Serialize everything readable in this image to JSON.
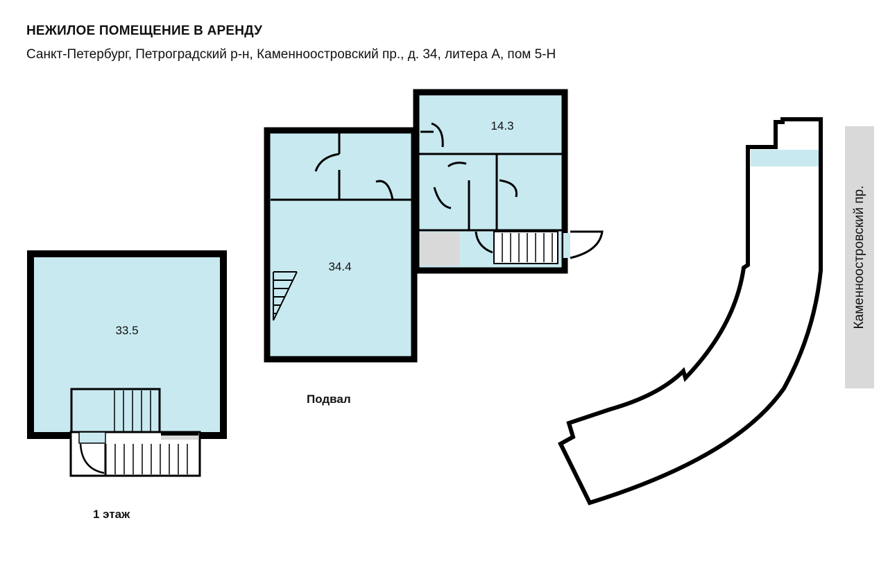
{
  "header": {
    "title": "НЕЖИЛОЕ ПОМЕЩЕНИЕ В АРЕНДУ",
    "address": "Санкт-Петербург, Петроградский р-н, Каменноостровский пр., д. 34, литера А, пом 5-Н"
  },
  "street": {
    "label": "Каменноостровский пр."
  },
  "floors": {
    "first": {
      "label": "1 этаж",
      "room_area": "33.5"
    },
    "basement": {
      "label": "Подвал",
      "room_large_area": "34.4",
      "room_small_area": "14.3"
    }
  },
  "colors": {
    "room_fill": "#c8e9f0",
    "wall": "#000000",
    "stair_gray": "#d9d9d9"
  }
}
